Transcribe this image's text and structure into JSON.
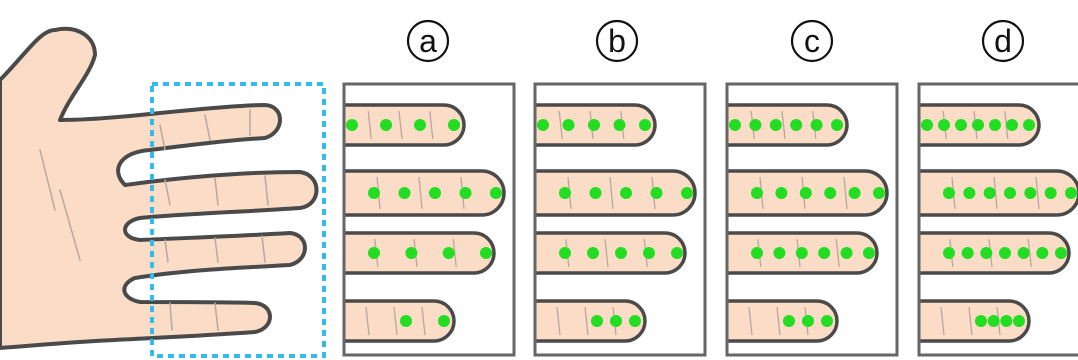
{
  "colors": {
    "skin": "#fbdcc6",
    "skin_stroke": "#4a4a4a",
    "crease": "#b8a8a0",
    "dot": "#22dd22",
    "frame": "#666666",
    "selection": "#33bbee"
  },
  "hand": {
    "icon": "hand-palm-illustration"
  },
  "selection_box": {
    "style": "dashed"
  },
  "panels": [
    {
      "label": "a",
      "dots_per_finger": [
        4,
        5,
        4,
        2
      ]
    },
    {
      "label": "b",
      "dots_per_finger": [
        5,
        5,
        5,
        3
      ]
    },
    {
      "label": "c",
      "dots_per_finger": [
        6,
        6,
        6,
        3
      ]
    },
    {
      "label": "d",
      "dots_per_finger": [
        7,
        7,
        7,
        4
      ]
    }
  ]
}
